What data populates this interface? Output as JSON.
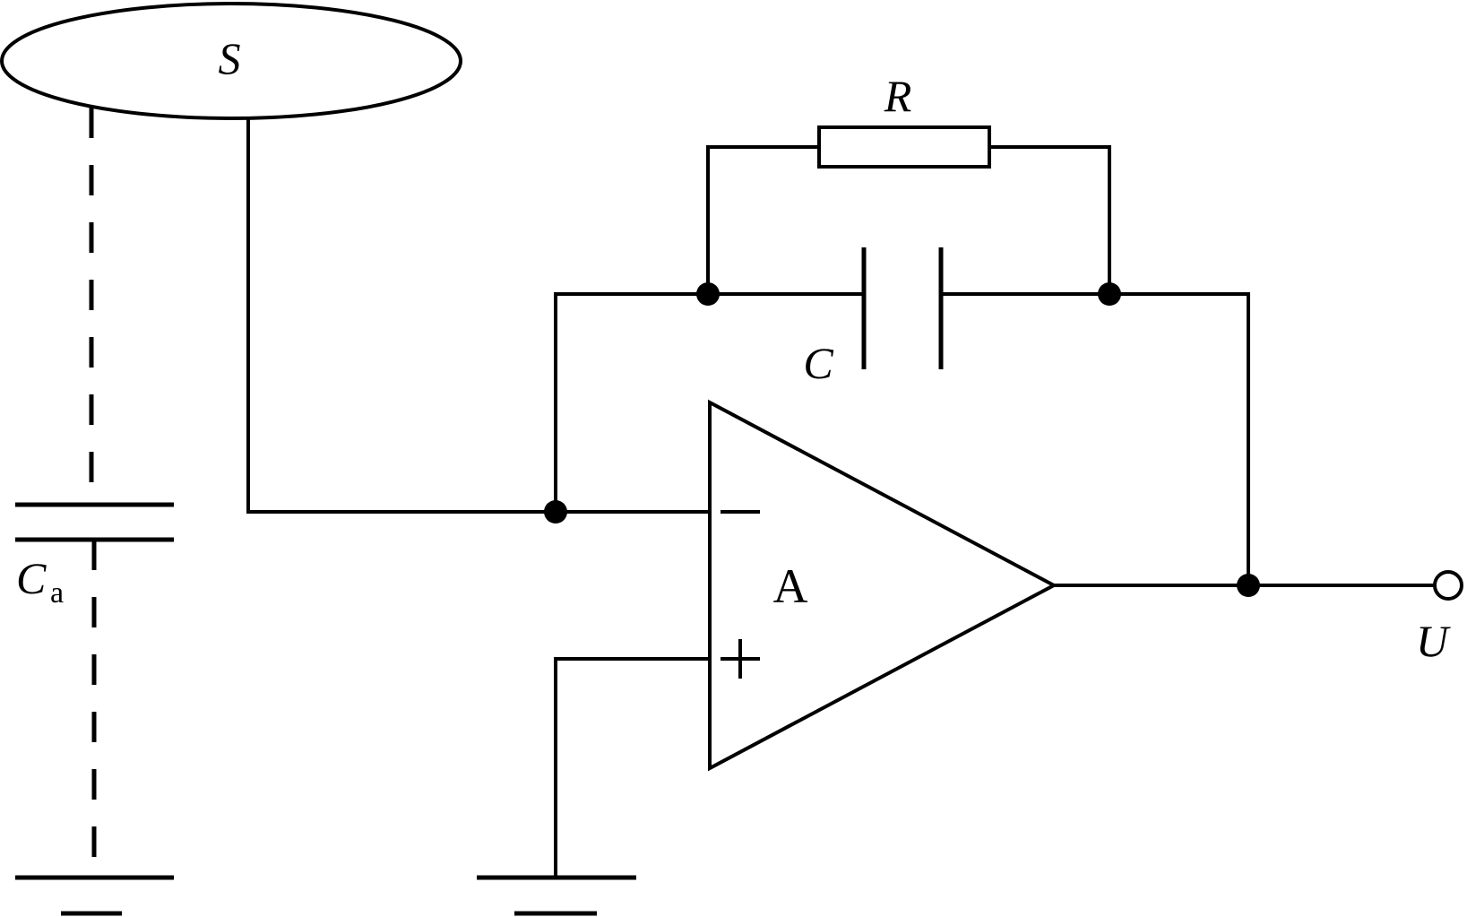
{
  "diagram": {
    "labels": {
      "sensor": "S",
      "resistor": "R",
      "capacitor": "C",
      "stray_capacitance": "C",
      "stray_capacitance_subscript": "a",
      "amplifier": "A",
      "inverting_input": "−",
      "non_inverting_input": "+",
      "output": "U"
    },
    "colors": {
      "line": "#000000",
      "background": "#ffffff"
    }
  }
}
